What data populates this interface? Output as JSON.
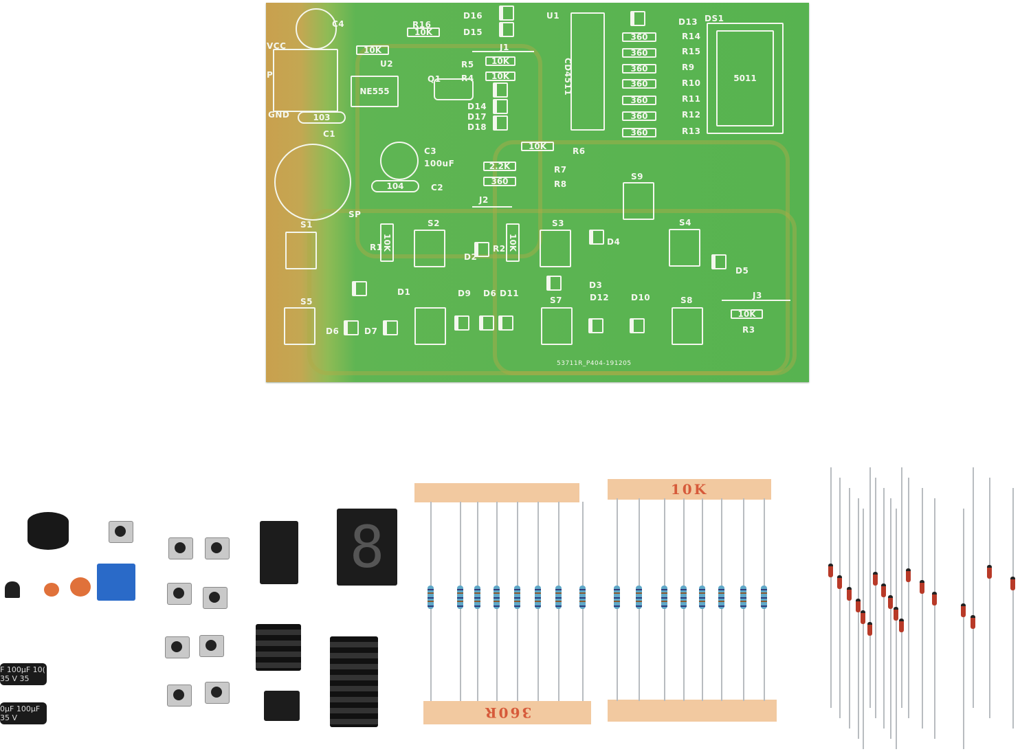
{
  "pcb": {
    "silkscreen_labels": [
      "C4",
      "VCC",
      "P",
      "GND",
      "C1",
      "R16",
      "U2",
      "Q1",
      "D16",
      "D15",
      "U1",
      "J1",
      "R5",
      "R4",
      "D14",
      "D17",
      "D18",
      "C3",
      "100uF",
      "C2",
      "D13",
      "R14",
      "R15",
      "R9",
      "R10",
      "R11",
      "R12",
      "R13",
      "DS1",
      "R6",
      "R7",
      "R8",
      "J2",
      "S9",
      "SP",
      "S1",
      "S2",
      "S3",
      "S4",
      "R1",
      "R2",
      "D2",
      "D4",
      "D5",
      "D1",
      "D3",
      "S7",
      "D12",
      "D10",
      "D9",
      "D6",
      "D11",
      "J3",
      "R3",
      "S5",
      "S8",
      "D6",
      "D7"
    ],
    "component_values": [
      "103",
      "10K",
      "10K",
      "NE555",
      "10K",
      "10K",
      "104",
      "CD4511",
      "360",
      "360",
      "360",
      "360",
      "360",
      "360",
      "360",
      "5011",
      "10K",
      "2.2K",
      "360",
      "10K",
      "10K",
      "10K"
    ],
    "board_code": "53711R_P404-191205",
    "colors": {
      "board_green": "#57b350",
      "silkscreen": "#f4f7ee",
      "tape": "#f2c9a0",
      "tape_text": "#d65a3a"
    }
  },
  "parts": {
    "tape_360_label": "360R",
    "tape_10k_label": "10K",
    "capacitor_1_label": "F 100µF 10( 35 V 35",
    "capacitor_2_label": "0µF 100µF 35 V"
  }
}
